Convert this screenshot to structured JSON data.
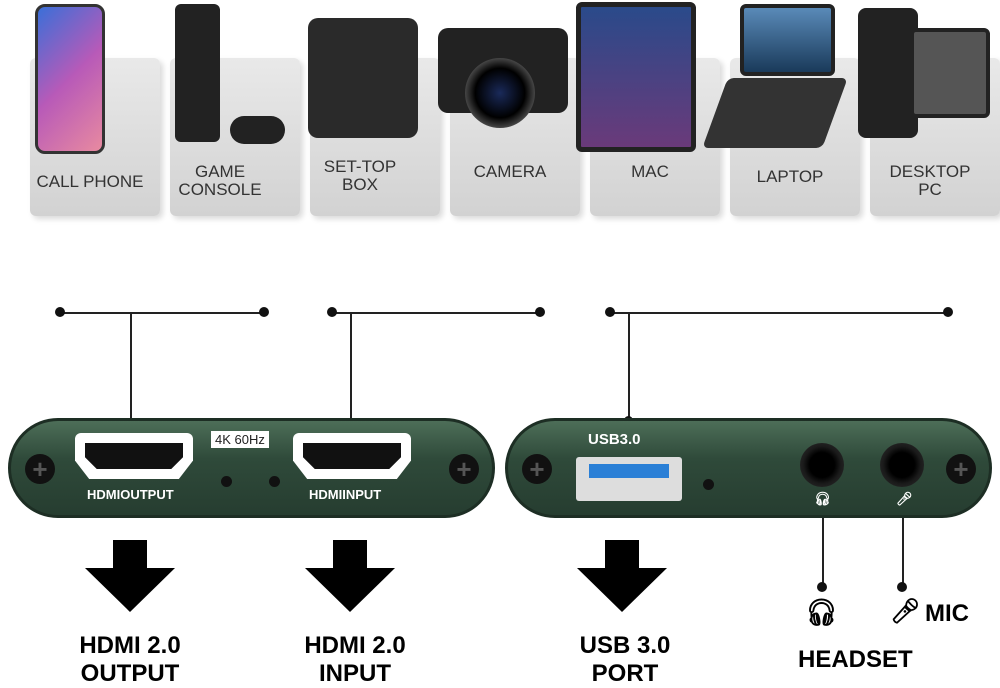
{
  "devices": [
    {
      "label": "CALL PHONE"
    },
    {
      "label": "GAME CONSOLE"
    },
    {
      "label": "SET-TOP BOX"
    },
    {
      "label": "CAMERA"
    },
    {
      "label": "MAC"
    },
    {
      "label": "LAPTOP"
    },
    {
      "label": "DESKTOP PC"
    }
  ],
  "left_unit": {
    "badge": "4K 60Hz",
    "port1": "HDMIOUTPUT",
    "port2": "HDMIINPUT"
  },
  "right_unit": {
    "usb_label": "USB3.0"
  },
  "callouts": {
    "hdmi_out": "HDMI 2.0 OUTPUT",
    "hdmi_in": "HDMI 2.0 INPUT",
    "usb": "USB 3.0 PORT",
    "mic": "MIC",
    "headset": "HEADSET"
  },
  "colors": {
    "body": "#2f4a3a",
    "usb_blue": "#2a7fd6"
  }
}
